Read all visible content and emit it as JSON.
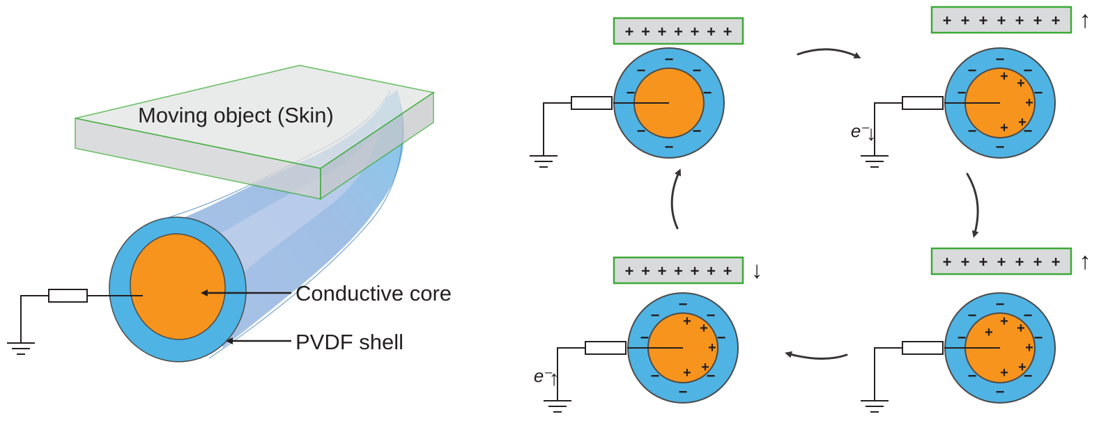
{
  "labels": {
    "object": "Moving object (Skin)",
    "core": "Conductive core",
    "shell": "PVDF shell"
  },
  "symbols": {
    "positive": "+",
    "negative": "−",
    "electron": "e⁻"
  },
  "colors": {
    "core": "#f7941d",
    "shell": "#4fb3e3",
    "object_fill": "#d9dadb",
    "object_border": "#3aaa35",
    "line": "#231f20"
  },
  "icons": {
    "arrow_up": "↑",
    "arrow_down": "↓"
  },
  "stages": [
    {
      "id": "contact",
      "electron_flow": "none",
      "object_motion": "none"
    },
    {
      "id": "separating",
      "electron_flow": "down",
      "object_motion": "up"
    },
    {
      "id": "separated",
      "electron_flow": "none",
      "object_motion": "up"
    },
    {
      "id": "approaching",
      "electron_flow": "up",
      "object_motion": "down"
    }
  ]
}
